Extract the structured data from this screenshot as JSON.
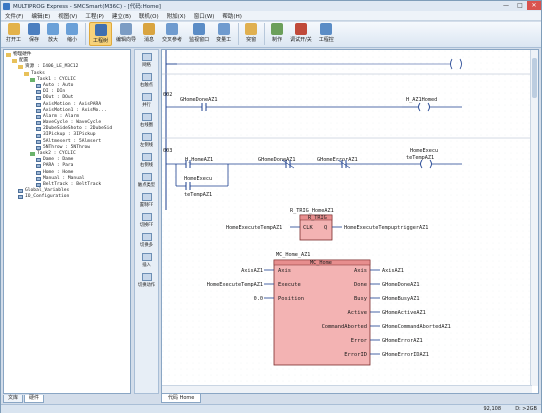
{
  "window": {
    "title": "MULTIPROG Express - SMCSmart(M36C) - [代码:Home]",
    "buttons": [
      "—",
      "□",
      "✕"
    ]
  },
  "menu": [
    "文件(F)",
    "编辑(E)",
    "视图(V)",
    "工程(P)",
    "建立(B)",
    "联机(O)",
    "附加(X)",
    "窗口(W)",
    "帮助(H)"
  ],
  "toolbar": [
    {
      "label": "打开工",
      "color": "#e3b24a"
    },
    {
      "label": "保存",
      "color": "#4c7fc0"
    },
    {
      "label": "放大",
      "color": "#6aa0d8"
    },
    {
      "label": "缩小",
      "color": "#6aa0d8"
    },
    {
      "label": "工程树",
      "color": "#3f6fb0",
      "active": true
    },
    {
      "label": "编辑向导",
      "color": "#7b9cc4"
    },
    {
      "label": "消息",
      "color": "#d9a440"
    },
    {
      "label": "交叉参考",
      "color": "#6f9bcf"
    },
    {
      "label": "监视窗口",
      "color": "#5a8cc6"
    },
    {
      "label": "变量工",
      "color": "#6f9bcf"
    },
    {
      "label": "突窗",
      "color": "#e0b050"
    },
    {
      "label": "制作",
      "color": "#6b9f5a"
    },
    {
      "label": "调试开/关",
      "color": "#c04a3a"
    },
    {
      "label": "工程控",
      "color": "#5a8cc6"
    }
  ],
  "tree": [
    {
      "indent": 0,
      "icon": "folder",
      "text": "物理硬件"
    },
    {
      "indent": 1,
      "icon": "folder",
      "text": "配置"
    },
    {
      "indent": 2,
      "icon": "folder",
      "text": "资源 : I406_LE_M3C12"
    },
    {
      "indent": 3,
      "icon": "folder",
      "text": "Tasks"
    },
    {
      "indent": 4,
      "icon": "prog",
      "text": "Task1 : CYCLIC"
    },
    {
      "indent": 5,
      "icon": "var",
      "text": "Auto : Auto"
    },
    {
      "indent": 5,
      "icon": "var",
      "text": "DI : DIn"
    },
    {
      "indent": 5,
      "icon": "var",
      "text": "DOut : DOut"
    },
    {
      "indent": 5,
      "icon": "var",
      "text": "AxisMotion : AxisPARA"
    },
    {
      "indent": 5,
      "icon": "var",
      "text": "AxisMotion1 : AxisMo..."
    },
    {
      "indent": 5,
      "icon": "var",
      "text": "Alarm : Alarm"
    },
    {
      "indent": 5,
      "icon": "var",
      "text": "WaveCycle : WaveCycle"
    },
    {
      "indent": 5,
      "icon": "var",
      "text": "2DubeSideShoto : 2DubeSid"
    },
    {
      "indent": 5,
      "icon": "var",
      "text": "3IPickup : 3IPickup"
    },
    {
      "indent": 5,
      "icon": "var",
      "text": "5Altmesert : 5Almsert"
    },
    {
      "indent": 5,
      "icon": "var",
      "text": "5NThrow : 5NThrow"
    },
    {
      "indent": 4,
      "icon": "prog",
      "text": "Task2 : CYCLIC"
    },
    {
      "indent": 5,
      "icon": "var",
      "text": "Dame : Dame"
    },
    {
      "indent": 5,
      "icon": "var",
      "text": "PARA : Para"
    },
    {
      "indent": 5,
      "icon": "var",
      "text": "Home : Home"
    },
    {
      "indent": 5,
      "icon": "var",
      "text": "Manual : Manual"
    },
    {
      "indent": 5,
      "icon": "var",
      "text": "BeltTrack : BeltTrack"
    },
    {
      "indent": 2,
      "icon": "var",
      "text": "Global_Variables"
    },
    {
      "indent": 2,
      "icon": "var",
      "text": "IO_Configuration"
    }
  ],
  "left_tabs": [
    "文库",
    "硬件"
  ],
  "palette": [
    "网络",
    "右触点",
    "并行",
    "右线圈",
    "左侧线",
    "右侧线",
    "触点类型",
    "置制FF",
    "切换FF",
    "切换多",
    "插入",
    "切换动作"
  ],
  "editor_tabs": [
    "代码 Home"
  ],
  "status": {
    "coords": "92,108",
    "drive": "D: >2GB"
  },
  "ladder": {
    "rung2": "002",
    "rung3": "003",
    "contact_gohome": "GHomeDoneAZ1",
    "coil_homed": "H_AZ1Homed",
    "contact_homeaz1": "H_HomeAZ1",
    "contact_homeexec_l1": "HomeExecu",
    "contact_homeexec_l2": "teTempAZ1",
    "contact_done3": "GHomeDoneAZ1",
    "contact_error3": "GHomeErrorAZ1",
    "coil_exec_l1": "HomeExecu",
    "coil_exec_l2": "teTempAZ1",
    "rtrig_name": "R_TRIG_HomeAZ1",
    "rtrig_type": "R_TRIG",
    "rtrig_in_var": "HomeExecuteTempAZ1",
    "rtrig_in_pin": "CLK",
    "rtrig_out_pin": "Q",
    "rtrig_out_var": "HomeExecuteTempuptriggerAZ1",
    "mc_name": "MC_Home_AZ1",
    "mc_type": "MC_Home",
    "mc_inputs": [
      {
        "var": "AxisAZ1",
        "pin": "Axis"
      },
      {
        "var": "HomeExecuteTempAZ1",
        "pin": "Execute"
      },
      {
        "var": "0.0",
        "pin": "Position"
      }
    ],
    "mc_outputs": [
      {
        "pin": "Axis",
        "var": "AxisAZ1"
      },
      {
        "pin": "Done",
        "var": "GHomeDoneAZ1"
      },
      {
        "pin": "Busy",
        "var": "GHomeBusyAZ1"
      },
      {
        "pin": "Active",
        "var": "GHomeActiveAZ1"
      },
      {
        "pin": "CommandAborted",
        "var": "GHomeCommandAbortedAZ1"
      },
      {
        "pin": "Error",
        "var": "GHomeErrorAZ1"
      },
      {
        "pin": "ErrorID",
        "var": "GHomeErrorIDAZ1"
      }
    ]
  }
}
